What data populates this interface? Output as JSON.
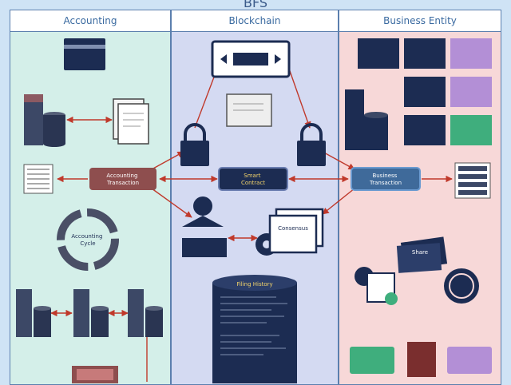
{
  "title": "BFS",
  "columns": {
    "accounting": "Accounting",
    "blockchain": "Blockchain",
    "business_entity": "Business Entity"
  },
  "nodes": {
    "accounting_transaction": "Accounting\nTransaction",
    "smart_contract": "Smart\nContract",
    "business_transaction": "Business\nTransaction",
    "accounting_cycle": "Accounting\nCycle",
    "filing_history": "Filing History",
    "consensus": "Consensus",
    "share": "Share"
  },
  "colors": {
    "navy": "#1c2c52",
    "arrow_red": "#c0392b",
    "purple": "#b38fd6",
    "green": "#3fae7d"
  }
}
